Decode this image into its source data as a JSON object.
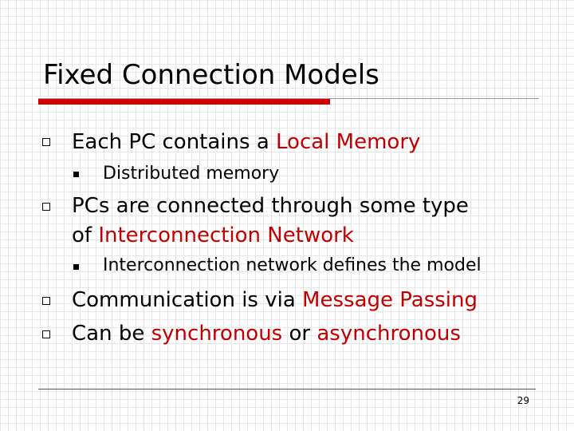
{
  "slide": {
    "title": "Fixed Connection Models",
    "page_number": "29",
    "accent_color": "#c00000",
    "bullets": [
      {
        "parts": [
          "Each PC contains a ",
          "Local Memory"
        ],
        "sub": "Distributed memory"
      },
      {
        "line1": "PCs are connected through some type",
        "line2_prefix": "of ",
        "line2_highlight": "Interconnection Network",
        "sub": "Interconnection network defines the model"
      },
      {
        "parts": [
          "Communication is via ",
          "Message Passing"
        ]
      },
      {
        "parts": [
          "Can be ",
          "synchronous",
          " or ",
          "asynchronous"
        ]
      }
    ]
  }
}
